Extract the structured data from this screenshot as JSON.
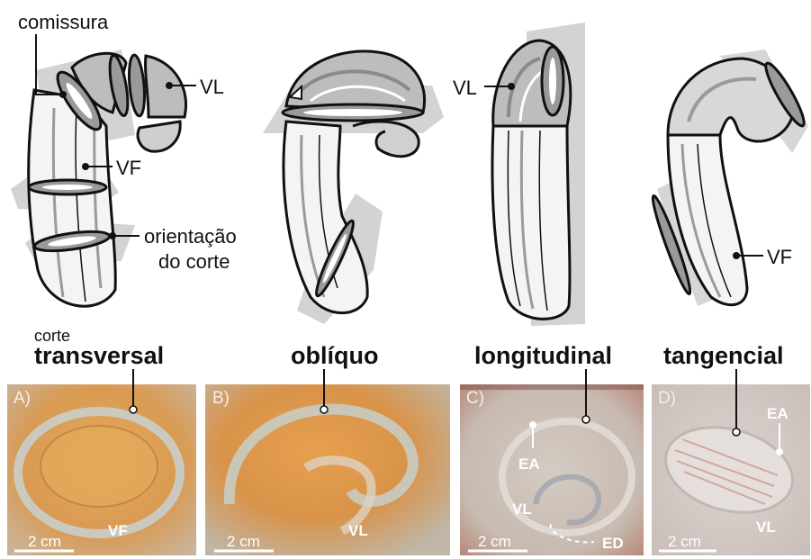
{
  "diagram": {
    "labels": {
      "comissura": "comissura",
      "vl": "VL",
      "vf": "VF",
      "orientacao_line1": "orientação",
      "orientacao_line2": "do corte"
    },
    "corte_label": "corte",
    "sections": [
      {
        "id": "A",
        "heading": "transversal"
      },
      {
        "id": "B",
        "heading": "oblíquo"
      },
      {
        "id": "C",
        "heading": "longitudinal"
      },
      {
        "id": "D",
        "heading": "tangencial"
      }
    ]
  },
  "photos": [
    {
      "panel": "A)",
      "scale": "2 cm",
      "labels": [
        "VF"
      ]
    },
    {
      "panel": "B)",
      "scale": "2 cm",
      "labels": [
        "VL"
      ]
    },
    {
      "panel": "C)",
      "scale": "2 cm",
      "labels": [
        "EA",
        "VL",
        "ED"
      ]
    },
    {
      "panel": "D)",
      "scale": "2 cm",
      "labels": [
        "EA",
        "VL"
      ]
    }
  ],
  "colors": {
    "photo_a": "#d99a52",
    "photo_b": "#d9934a",
    "photo_c": "#cbbfb4",
    "photo_d": "#d7cfca",
    "plane": "#c4c4c4",
    "tube": "#d8d8d8"
  }
}
